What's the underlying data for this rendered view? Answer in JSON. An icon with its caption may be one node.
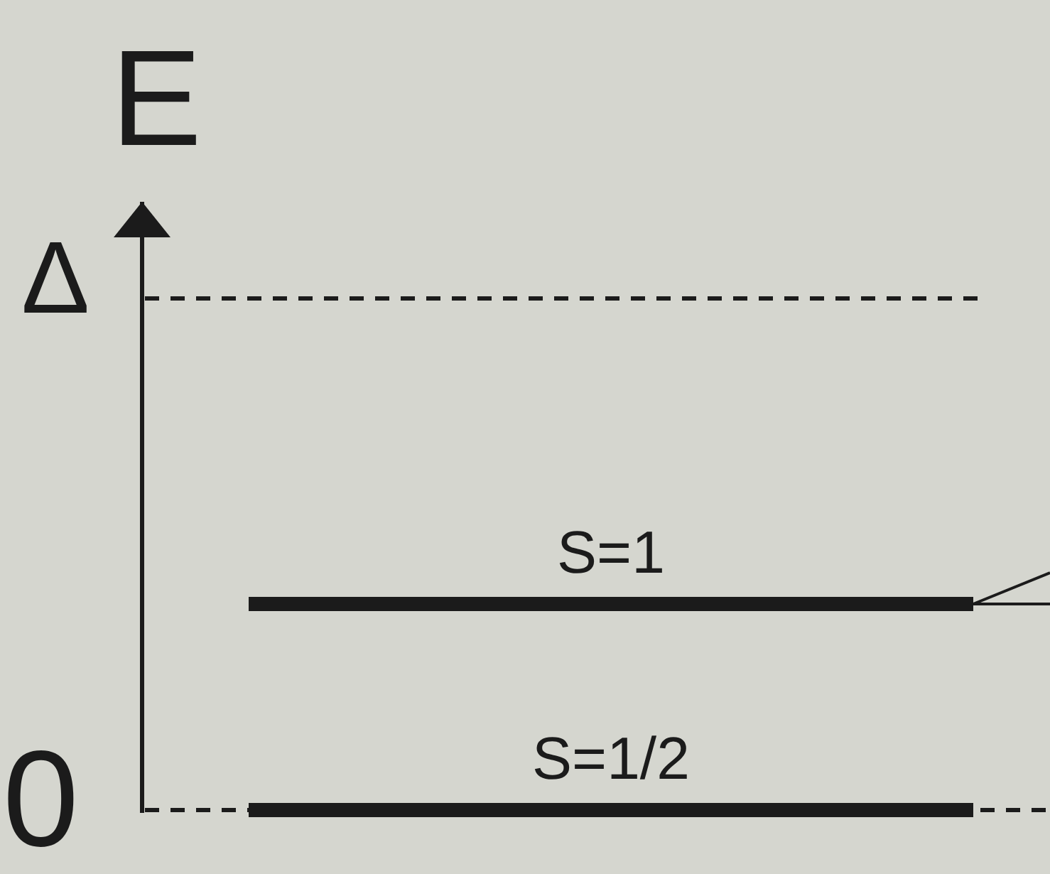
{
  "diagram": {
    "nodes": [
      {
        "text": [
          "S=1"
        ]
      },
      {
        "text": [
          "S=1/2"
        ]
      }
    ],
    "labels": [
      "E",
      "Δ",
      "0"
    ]
  }
}
